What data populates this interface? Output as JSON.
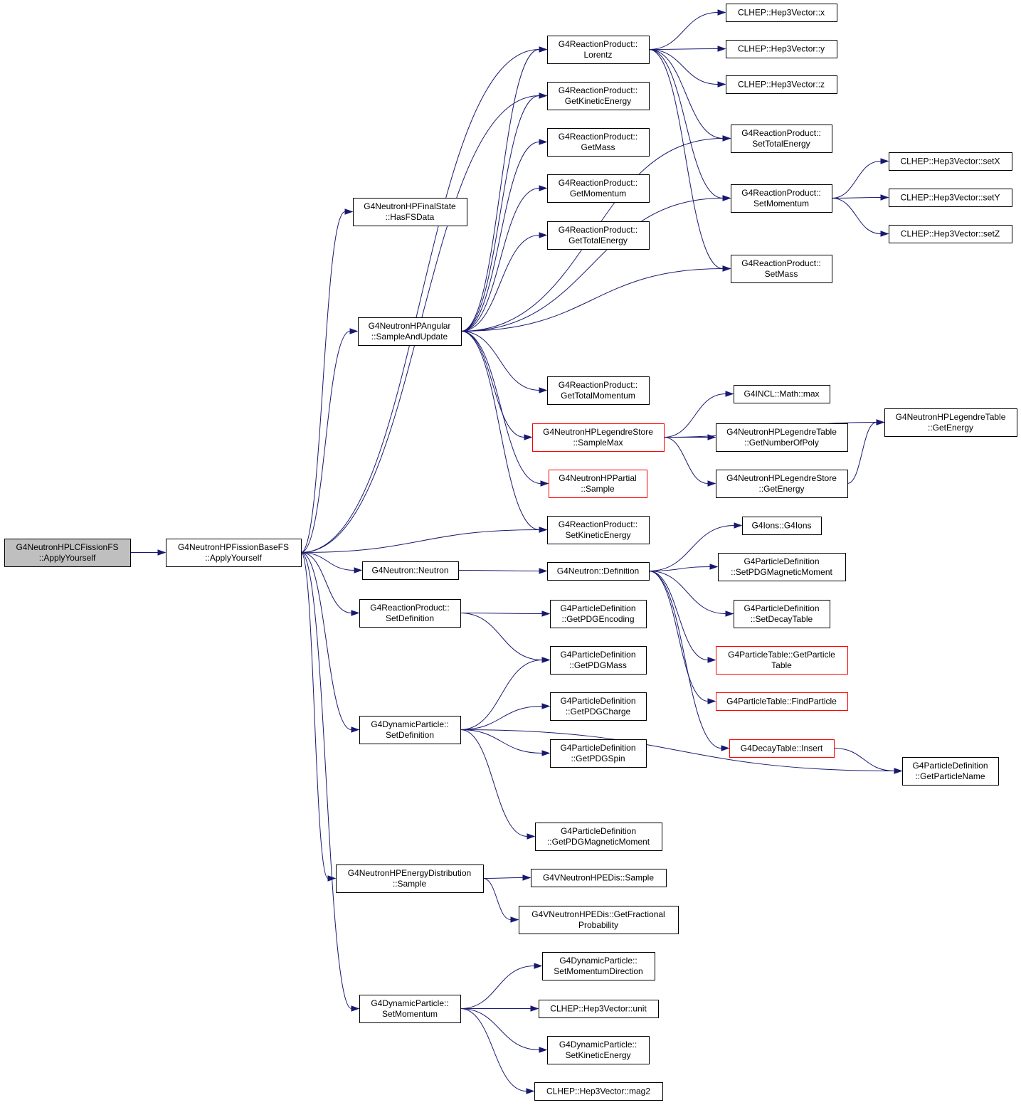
{
  "graph": {
    "colors": {
      "edge": "#191970",
      "root_fill": "#bfbfbf",
      "border": "#000000",
      "truncated_border": "#ff0000"
    },
    "nodes": [
      {
        "id": "root",
        "lines": [
          "G4NeutronHPLCFissionFS",
          "::ApplyYourself"
        ],
        "style": "root"
      },
      {
        "id": "base",
        "lines": [
          "G4NeutronHPFissionBaseFS",
          "::ApplyYourself"
        ]
      },
      {
        "id": "hasfs",
        "lines": [
          "G4NeutronHPFinalState",
          "::HasFSData"
        ]
      },
      {
        "id": "angular",
        "lines": [
          "G4NeutronHPAngular",
          "::SampleAndUpdate"
        ]
      },
      {
        "id": "lorentz",
        "lines": [
          "G4ReactionProduct::",
          "Lorentz"
        ]
      },
      {
        "id": "getke",
        "lines": [
          "G4ReactionProduct::",
          "GetKineticEnergy"
        ]
      },
      {
        "id": "getmass",
        "lines": [
          "G4ReactionProduct::",
          "GetMass"
        ]
      },
      {
        "id": "getmom",
        "lines": [
          "G4ReactionProduct::",
          "GetMomentum"
        ]
      },
      {
        "id": "gette",
        "lines": [
          "G4ReactionProduct::",
          "GetTotalEnergy"
        ]
      },
      {
        "id": "hx",
        "lines": [
          "CLHEP::Hep3Vector::x"
        ]
      },
      {
        "id": "hy",
        "lines": [
          "CLHEP::Hep3Vector::y"
        ]
      },
      {
        "id": "hz",
        "lines": [
          "CLHEP::Hep3Vector::z"
        ]
      },
      {
        "id": "sette",
        "lines": [
          "G4ReactionProduct::",
          "SetTotalEnergy"
        ]
      },
      {
        "id": "setmom",
        "lines": [
          "G4ReactionProduct::",
          "SetMomentum"
        ]
      },
      {
        "id": "setmass",
        "lines": [
          "G4ReactionProduct::",
          "SetMass"
        ]
      },
      {
        "id": "setX",
        "lines": [
          "CLHEP::Hep3Vector::setX"
        ]
      },
      {
        "id": "setY",
        "lines": [
          "CLHEP::Hep3Vector::setY"
        ]
      },
      {
        "id": "setZ",
        "lines": [
          "CLHEP::Hep3Vector::setZ"
        ]
      },
      {
        "id": "gettm",
        "lines": [
          "G4ReactionProduct::",
          "GetTotalMomentum"
        ]
      },
      {
        "id": "samplemax",
        "lines": [
          "G4NeutronHPLegendreStore",
          "::SampleMax"
        ],
        "style": "red"
      },
      {
        "id": "partial",
        "lines": [
          "G4NeutronHPPartial",
          "::Sample"
        ],
        "style": "red"
      },
      {
        "id": "setke",
        "lines": [
          "G4ReactionProduct::",
          "SetKineticEnergy"
        ]
      },
      {
        "id": "mathmax",
        "lines": [
          "G4INCL::Math::max"
        ]
      },
      {
        "id": "numpoly",
        "lines": [
          "G4NeutronHPLegendreTable",
          "::GetNumberOfPoly"
        ]
      },
      {
        "id": "storeE",
        "lines": [
          "G4NeutronHPLegendreStore",
          "::GetEnergy"
        ]
      },
      {
        "id": "tableE",
        "lines": [
          "G4NeutronHPLegendreTable",
          "::GetEnergy"
        ]
      },
      {
        "id": "neutron",
        "lines": [
          "G4Neutron::Neutron"
        ]
      },
      {
        "id": "ndef",
        "lines": [
          "G4Neutron::Definition"
        ]
      },
      {
        "id": "ions",
        "lines": [
          "G4Ions::G4Ions"
        ]
      },
      {
        "id": "setpdgmm",
        "lines": [
          "G4ParticleDefinition",
          "::SetPDGMagneticMoment"
        ]
      },
      {
        "id": "setdecay",
        "lines": [
          "G4ParticleDefinition",
          "::SetDecayTable"
        ]
      },
      {
        "id": "gettable",
        "lines": [
          "G4ParticleTable::GetParticle",
          "Table"
        ],
        "style": "red"
      },
      {
        "id": "findpart",
        "lines": [
          "G4ParticleTable::FindParticle"
        ],
        "style": "red"
      },
      {
        "id": "insert",
        "lines": [
          "G4DecayTable::Insert"
        ],
        "style": "red"
      },
      {
        "id": "pname",
        "lines": [
          "G4ParticleDefinition",
          "::GetParticleName"
        ]
      },
      {
        "id": "rpsetdef",
        "lines": [
          "G4ReactionProduct::",
          "SetDefinition"
        ]
      },
      {
        "id": "pdgenc",
        "lines": [
          "G4ParticleDefinition",
          "::GetPDGEncoding"
        ]
      },
      {
        "id": "pdgmass",
        "lines": [
          "G4ParticleDefinition",
          "::GetPDGMass"
        ]
      },
      {
        "id": "dpsetdef",
        "lines": [
          "G4DynamicParticle::",
          "SetDefinition"
        ]
      },
      {
        "id": "pdgcharge",
        "lines": [
          "G4ParticleDefinition",
          "::GetPDGCharge"
        ]
      },
      {
        "id": "pdgspin",
        "lines": [
          "G4ParticleDefinition",
          "::GetPDGSpin"
        ]
      },
      {
        "id": "pdgmm",
        "lines": [
          "G4ParticleDefinition",
          "::GetPDGMagneticMoment"
        ]
      },
      {
        "id": "edist",
        "lines": [
          "G4NeutronHPEnergyDistribution",
          "::Sample"
        ]
      },
      {
        "id": "vsample",
        "lines": [
          "G4VNeutronHPEDis::Sample"
        ]
      },
      {
        "id": "vfrac",
        "lines": [
          "G4VNeutronHPEDis::GetFractional",
          "Probability"
        ]
      },
      {
        "id": "dpsetmom",
        "lines": [
          "G4DynamicParticle::",
          "SetMomentum"
        ]
      },
      {
        "id": "setmomdir",
        "lines": [
          "G4DynamicParticle::",
          "SetMomentumDirection"
        ]
      },
      {
        "id": "unit",
        "lines": [
          "CLHEP::Hep3Vector::unit"
        ]
      },
      {
        "id": "dpsetke",
        "lines": [
          "G4DynamicParticle::",
          "SetKineticEnergy"
        ]
      },
      {
        "id": "mag2",
        "lines": [
          "CLHEP::Hep3Vector::mag2"
        ]
      }
    ],
    "edges": [
      [
        "root",
        "base"
      ],
      [
        "base",
        "hasfs"
      ],
      [
        "base",
        "angular"
      ],
      [
        "base",
        "lorentz"
      ],
      [
        "base",
        "getke"
      ],
      [
        "base",
        "setke"
      ],
      [
        "base",
        "neutron"
      ],
      [
        "base",
        "rpsetdef"
      ],
      [
        "base",
        "dpsetdef"
      ],
      [
        "base",
        "edist"
      ],
      [
        "base",
        "dpsetmom"
      ],
      [
        "angular",
        "lorentz"
      ],
      [
        "angular",
        "getke"
      ],
      [
        "angular",
        "getmass"
      ],
      [
        "angular",
        "getmom"
      ],
      [
        "angular",
        "gette"
      ],
      [
        "angular",
        "sette"
      ],
      [
        "angular",
        "setmom"
      ],
      [
        "angular",
        "setmass"
      ],
      [
        "angular",
        "gettm"
      ],
      [
        "angular",
        "samplemax"
      ],
      [
        "angular",
        "partial"
      ],
      [
        "angular",
        "setke"
      ],
      [
        "lorentz",
        "hx"
      ],
      [
        "lorentz",
        "hy"
      ],
      [
        "lorentz",
        "hz"
      ],
      [
        "lorentz",
        "sette"
      ],
      [
        "lorentz",
        "setmom"
      ],
      [
        "lorentz",
        "setmass"
      ],
      [
        "setmom",
        "setX"
      ],
      [
        "setmom",
        "setY"
      ],
      [
        "setmom",
        "setZ"
      ],
      [
        "samplemax",
        "mathmax"
      ],
      [
        "samplemax",
        "numpoly"
      ],
      [
        "samplemax",
        "storeE"
      ],
      [
        "samplemax",
        "tableE"
      ],
      [
        "storeE",
        "tableE"
      ],
      [
        "neutron",
        "ndef"
      ],
      [
        "ndef",
        "ions"
      ],
      [
        "ndef",
        "setpdgmm"
      ],
      [
        "ndef",
        "setdecay"
      ],
      [
        "ndef",
        "gettable"
      ],
      [
        "ndef",
        "findpart"
      ],
      [
        "ndef",
        "insert"
      ],
      [
        "insert",
        "pname"
      ],
      [
        "rpsetdef",
        "pdgenc"
      ],
      [
        "rpsetdef",
        "pdgmass"
      ],
      [
        "dpsetdef",
        "pdgmass"
      ],
      [
        "dpsetdef",
        "pdgcharge"
      ],
      [
        "dpsetdef",
        "pdgspin"
      ],
      [
        "dpsetdef",
        "pname"
      ],
      [
        "dpsetdef",
        "pdgmm"
      ],
      [
        "edist",
        "vsample"
      ],
      [
        "edist",
        "vfrac"
      ],
      [
        "dpsetmom",
        "setmomdir"
      ],
      [
        "dpsetmom",
        "unit"
      ],
      [
        "dpsetmom",
        "dpsetke"
      ],
      [
        "dpsetmom",
        "mag2"
      ]
    ]
  }
}
